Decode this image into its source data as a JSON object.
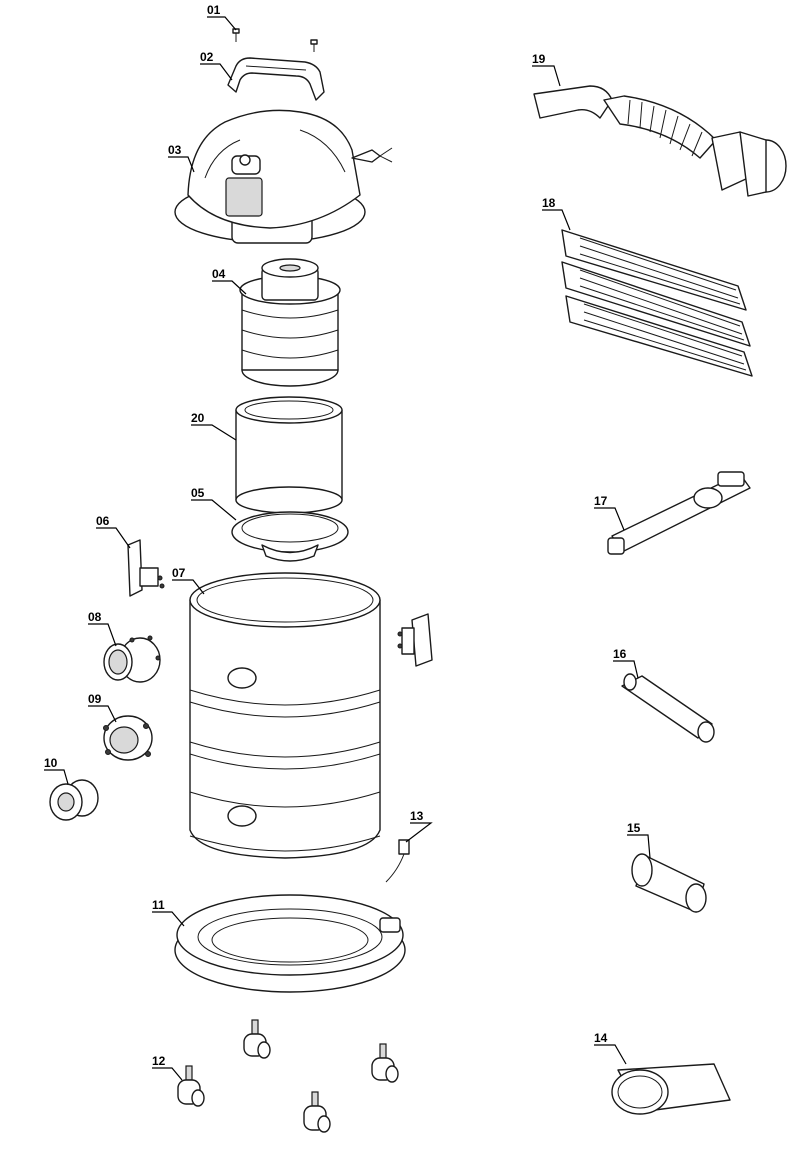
{
  "diagram": {
    "callouts": [
      {
        "id": "01",
        "label": "01"
      },
      {
        "id": "02",
        "label": "02"
      },
      {
        "id": "03",
        "label": "03"
      },
      {
        "id": "04",
        "label": "04"
      },
      {
        "id": "05",
        "label": "05"
      },
      {
        "id": "06",
        "label": "06"
      },
      {
        "id": "07",
        "label": "07"
      },
      {
        "id": "08",
        "label": "08"
      },
      {
        "id": "09",
        "label": "09"
      },
      {
        "id": "10",
        "label": "10"
      },
      {
        "id": "11",
        "label": "11"
      },
      {
        "id": "12",
        "label": "12"
      },
      {
        "id": "13",
        "label": "13"
      },
      {
        "id": "14",
        "label": "14"
      },
      {
        "id": "15",
        "label": "15"
      },
      {
        "id": "16",
        "label": "16"
      },
      {
        "id": "17",
        "label": "17"
      },
      {
        "id": "18",
        "label": "18"
      },
      {
        "id": "19",
        "label": "19"
      },
      {
        "id": "20",
        "label": "20"
      }
    ]
  }
}
